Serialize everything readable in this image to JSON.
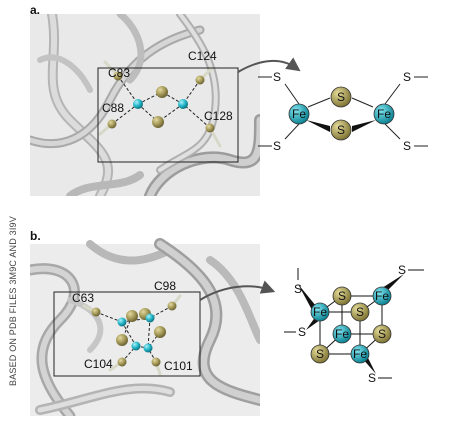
{
  "panel_a": {
    "letter": "a.",
    "residues": [
      "C83",
      "C124",
      "C88",
      "C128"
    ],
    "schematic": {
      "iron_labels": [
        "Fe",
        "Fe"
      ],
      "sulfide_labels": [
        "S",
        "S"
      ],
      "cysteine_labels": [
        "S",
        "S",
        "S",
        "S"
      ]
    }
  },
  "panel_b": {
    "letter": "b.",
    "residues": [
      "C63",
      "C98",
      "C104",
      "C101"
    ],
    "schematic": {
      "cube_labels": [
        "S",
        "Fe",
        "Fe",
        "S",
        "S",
        "Fe",
        "S",
        "Fe"
      ],
      "cysteine_labels": [
        "S",
        "S",
        "S",
        "S"
      ]
    }
  },
  "credit": "BASED ON PDB FILES 3M9C AND 3I9V",
  "colors": {
    "iron": "#1fb7c9",
    "sulfur": "#a9a05a",
    "protein": "#c9c9c9",
    "background_a": "#e6e6e6",
    "background_b": "#ececec"
  }
}
